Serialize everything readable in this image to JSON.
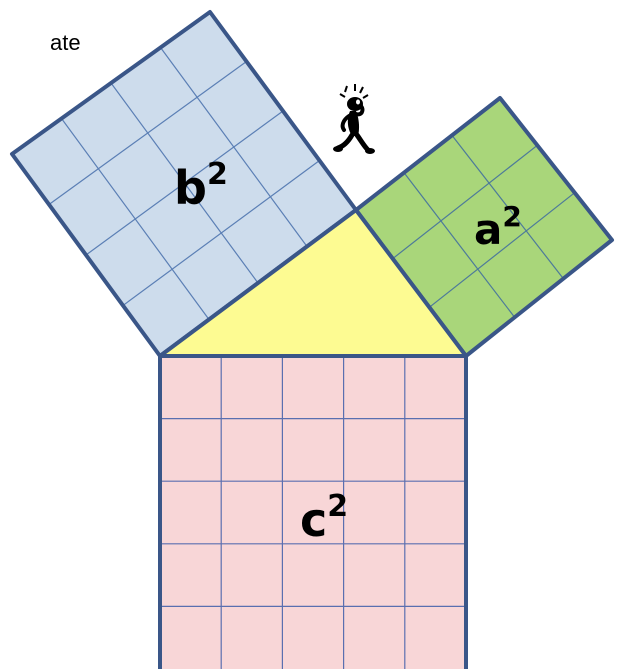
{
  "corner_text": "ate",
  "squares": {
    "b": {
      "label": "b",
      "exponent": "2",
      "fill": "#cddcec",
      "grid_cells": 4
    },
    "a": {
      "label": "a",
      "exponent": "2",
      "fill": "#a9d67a",
      "grid_cells": 3
    },
    "c": {
      "label": "c",
      "exponent": "2",
      "fill": "#f8d6d7",
      "grid_cells": 5
    }
  },
  "triangle": {
    "fill": "#fdfb92"
  },
  "colors": {
    "outline": "#3a5688",
    "grid_blue": "#5b7fb5",
    "grid_green": "#4d7a9a",
    "grid_red": "#5a6fb0"
  },
  "figure": {
    "icon": "thinking-stick-figure-icon"
  }
}
